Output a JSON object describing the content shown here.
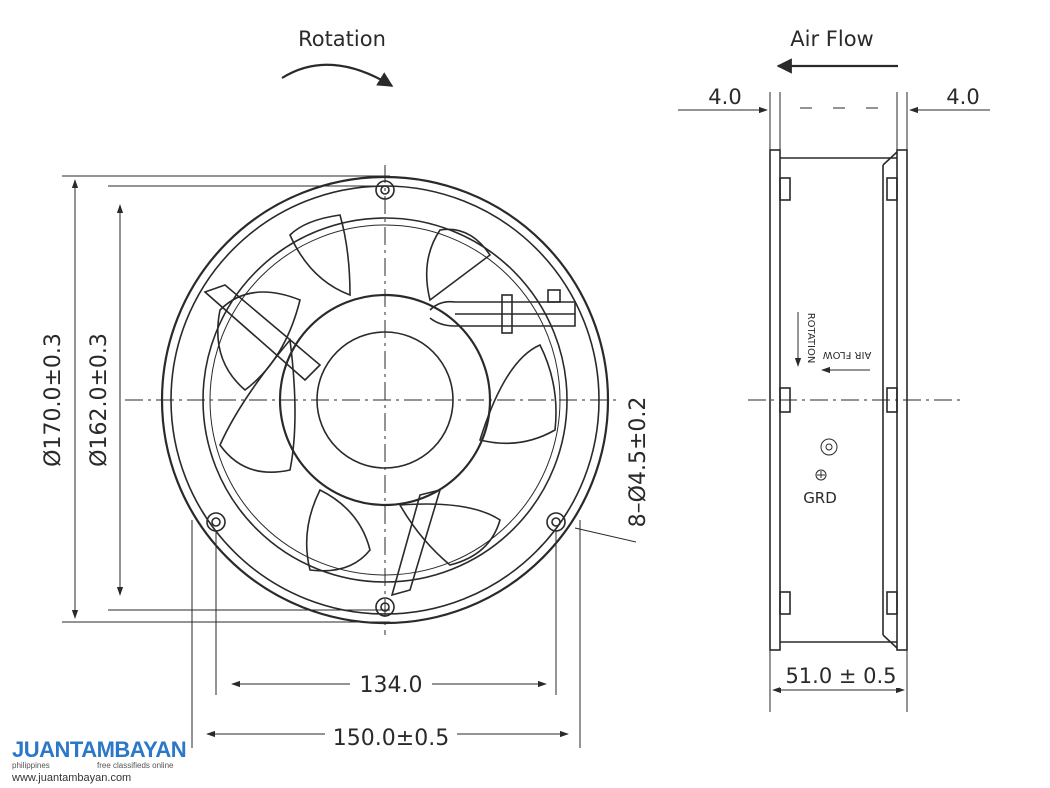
{
  "front_view": {
    "rotation_label": "Rotation",
    "dim_outer_diameter": "Ø170.0±0.3",
    "dim_inner_diameter": "Ø162.0±0.3",
    "dim_holes": "8–Ø4.5±0.2",
    "dim_hole_spacing_inner": "134.0",
    "dim_hole_spacing_outer": "150.0±0.5"
  },
  "side_view": {
    "airflow_label": "Air Flow",
    "dim_flange_left": "4.0",
    "dim_flange_right": "4.0",
    "dim_depth": "51.0 ± 0.5",
    "label_rotation": "ROTATION",
    "label_airflow": "AIR FLOW",
    "label_ground": "GRD"
  },
  "watermark": {
    "brand": "JUANTAMBAYAN",
    "country": "philippines",
    "tagline": "free classifieds online",
    "url": "www.juantambayan.com",
    "colors": [
      "#2a78c7",
      "#e53935",
      "#f4a100",
      "#43a047"
    ]
  }
}
